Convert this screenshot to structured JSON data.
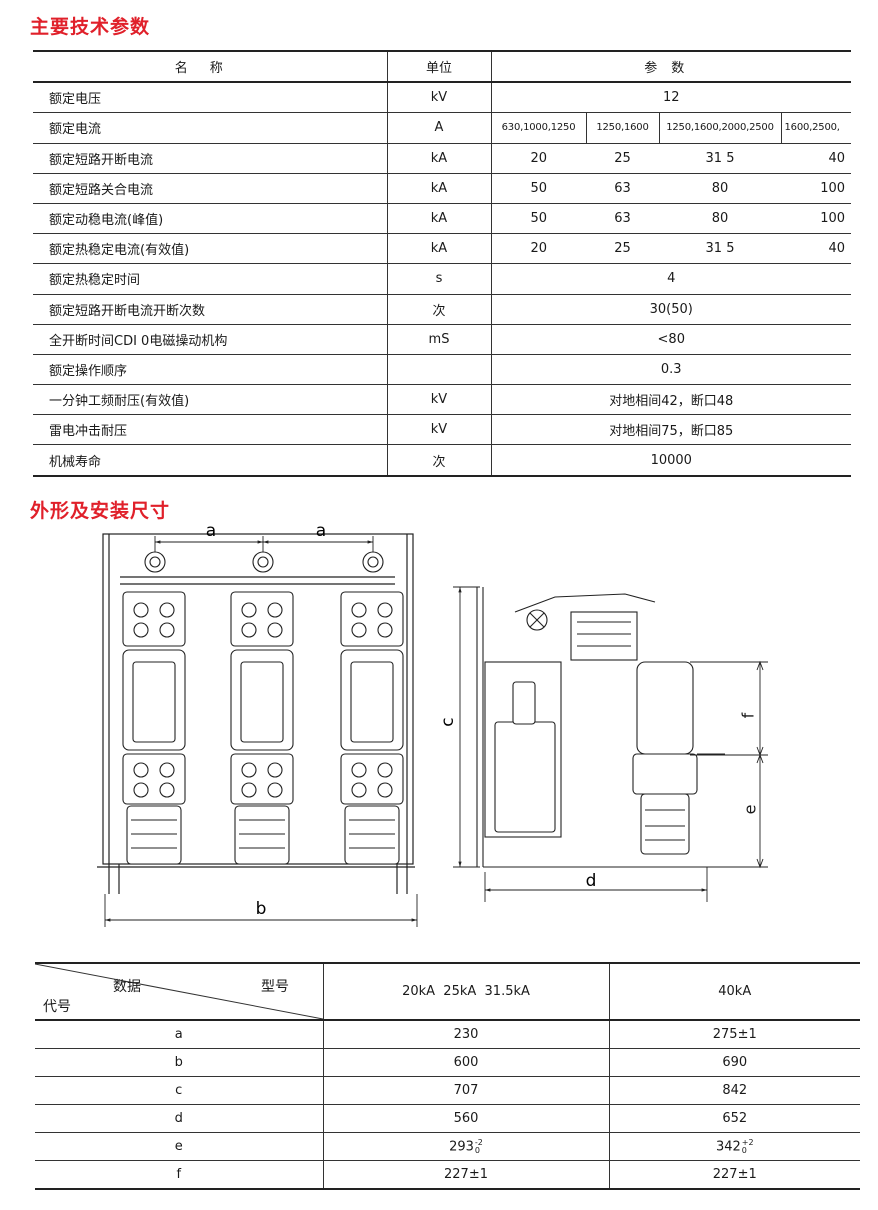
{
  "headings": {
    "specs": "主要技术参数",
    "dimensions": "外形及安装尺寸"
  },
  "spec_table": {
    "headers": {
      "name": "名称",
      "unit": "单位",
      "params": "参数"
    },
    "rows": [
      {
        "name": "额定电压",
        "unit": "kV",
        "span": "12"
      },
      {
        "name": "额定电流",
        "unit": "A",
        "values": [
          "630,1000,1250",
          "1250,1600",
          "1250,1600,2000,2500",
          "1600,2500,"
        ]
      },
      {
        "name": "额定短路开断电流",
        "unit": "kA",
        "values": [
          "20",
          "25",
          "31 5",
          "40"
        ]
      },
      {
        "name": "额定短路关合电流",
        "unit": "kA",
        "values": [
          "50",
          "63",
          "80",
          "100"
        ]
      },
      {
        "name": "额定动稳电流(峰值)",
        "unit": "kA",
        "values": [
          "50",
          "63",
          "80",
          "100"
        ]
      },
      {
        "name": "额定热稳定电流(有效值)",
        "unit": "kA",
        "values": [
          "20",
          "25",
          "31 5",
          "40"
        ]
      },
      {
        "name": "额定热稳定时间",
        "unit": "s",
        "span": "4"
      },
      {
        "name": "额定短路开断电流开断次数",
        "unit": "次",
        "span": "30(50)"
      },
      {
        "name": "全开断时间CDI 0电磁操动机构",
        "unit": "mS",
        "span": "<80"
      },
      {
        "name": "额定操作顺序",
        "unit": "",
        "span": "0.3"
      },
      {
        "name": "一分钟工频耐压(有效值)",
        "unit": "kV",
        "span": "对地相间42，断口48"
      },
      {
        "name": "雷电冲击耐压",
        "unit": "kV",
        "span": "对地相间75，断口85"
      },
      {
        "name": "机械寿命",
        "unit": "次",
        "span": "10000"
      }
    ]
  },
  "drawing_labels": {
    "a1": "a",
    "a2": "a",
    "b": "b",
    "c": "c",
    "d": "d",
    "e": "e",
    "f": "f"
  },
  "dim_table": {
    "diag": {
      "data": "数据",
      "model": "型号",
      "code": "代号"
    },
    "col1": "20kA  25kA  31.5kA",
    "col2": "40kA",
    "rows": [
      {
        "code": "a",
        "v1": "230",
        "v2": "275±1"
      },
      {
        "code": "b",
        "v1": "600",
        "v2": "690"
      },
      {
        "code": "c",
        "v1": "707",
        "v2": "842"
      },
      {
        "code": "d",
        "v1": "560",
        "v2": "652"
      },
      {
        "code": "e",
        "v1": "293",
        "t1u": "-2",
        "t1l": "0",
        "v2": "342",
        "t2u": "+2",
        "t2l": "0"
      },
      {
        "code": "f",
        "v1": "227±1",
        "v2": "227±1"
      }
    ]
  }
}
